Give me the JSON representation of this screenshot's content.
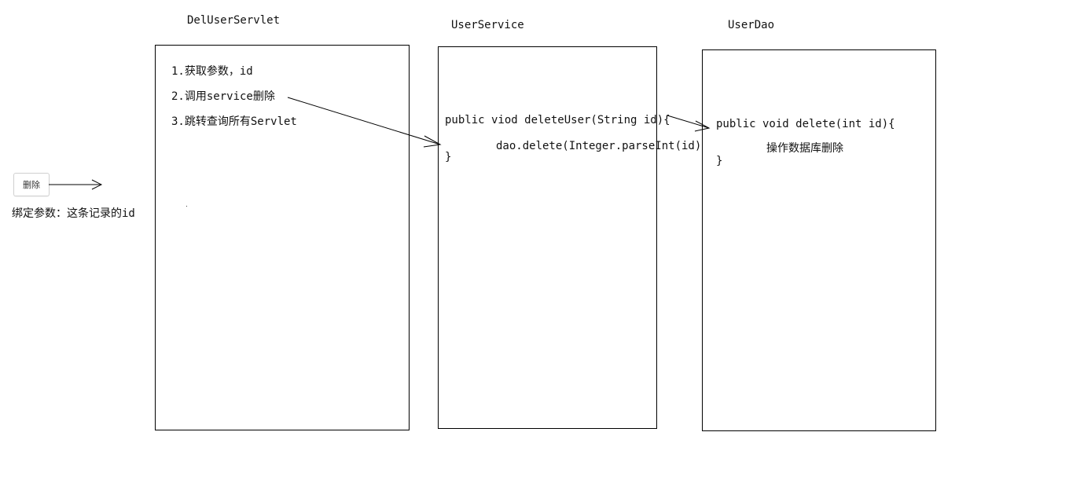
{
  "columns": {
    "servlet": {
      "title": "DelUserServlet",
      "lines": [
        "1.获取参数，id",
        "2.调用service删除",
        "3.跳转查询所有Servlet"
      ]
    },
    "service": {
      "title": "UserService",
      "lines": [
        "public viod deleteUser(String id){",
        "dao.delete(Integer.parseInt(id));",
        "}"
      ]
    },
    "dao": {
      "title": "UserDao",
      "lines": [
        "public void delete(int id){",
        "操作数据库删除",
        "}"
      ]
    }
  },
  "button": {
    "label": "删除"
  },
  "note": "绑定参数：这条记录的id"
}
